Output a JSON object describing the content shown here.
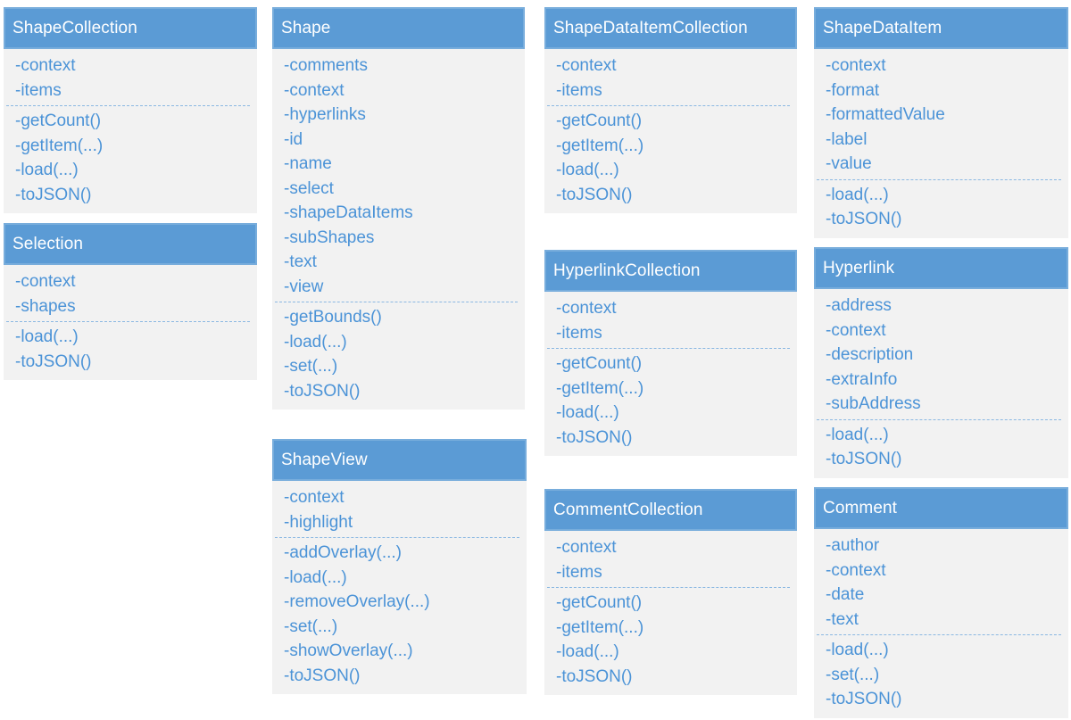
{
  "diagram": {
    "classes": [
      {
        "name": "ShapeCollection",
        "attributes": [
          "-context",
          "-items"
        ],
        "methods": [
          "-getCount()",
          "-getItem(...)",
          "-load(...)",
          "-toJSON()"
        ]
      },
      {
        "name": "Selection",
        "attributes": [
          "-context",
          "-shapes"
        ],
        "methods": [
          "-load(...)",
          "-toJSON()"
        ]
      },
      {
        "name": "Shape",
        "attributes": [
          "-comments",
          "-context",
          "-hyperlinks",
          "-id",
          "-name",
          "-select",
          "-shapeDataItems",
          "-subShapes",
          "-text",
          "-view"
        ],
        "methods": [
          "-getBounds()",
          "-load(...)",
          "-set(...)",
          "-toJSON()"
        ]
      },
      {
        "name": "ShapeView",
        "attributes": [
          "-context",
          "-highlight"
        ],
        "methods": [
          "-addOverlay(...)",
          "-load(...)",
          "-removeOverlay(...)",
          "-set(...)",
          "-showOverlay(...)",
          "-toJSON()"
        ]
      },
      {
        "name": "ShapeDataItemCollection",
        "attributes": [
          "-context",
          "-items"
        ],
        "methods": [
          "-getCount()",
          "-getItem(...)",
          "-load(...)",
          "-toJSON()"
        ]
      },
      {
        "name": "HyperlinkCollection",
        "attributes": [
          "-context",
          "-items"
        ],
        "methods": [
          "-getCount()",
          "-getItem(...)",
          "-load(...)",
          "-toJSON()"
        ]
      },
      {
        "name": "CommentCollection",
        "attributes": [
          "-context",
          "-items"
        ],
        "methods": [
          "-getCount()",
          "-getItem(...)",
          "-load(...)",
          "-toJSON()"
        ]
      },
      {
        "name": "ShapeDataItem",
        "attributes": [
          "-context",
          "-format",
          "-formattedValue",
          "-label",
          "-value"
        ],
        "methods": [
          "-load(...)",
          "-toJSON()"
        ]
      },
      {
        "name": "Hyperlink",
        "attributes": [
          "-address",
          "-context",
          "-description",
          "-extraInfo",
          "-subAddress"
        ],
        "methods": [
          "-load(...)",
          "-toJSON()"
        ]
      },
      {
        "name": "Comment",
        "attributes": [
          "-author",
          "-context",
          "-date",
          "-text"
        ],
        "methods": [
          "-load(...)",
          "-set(...)",
          "-toJSON()"
        ]
      }
    ]
  },
  "colors": {
    "header_bg": "#5b9bd5",
    "header_text": "#ffffff",
    "body_bg": "#f2f2f2",
    "member_text": "#4b93d7",
    "divider": "#8bb8e2",
    "page_bg": "#ffffff"
  }
}
